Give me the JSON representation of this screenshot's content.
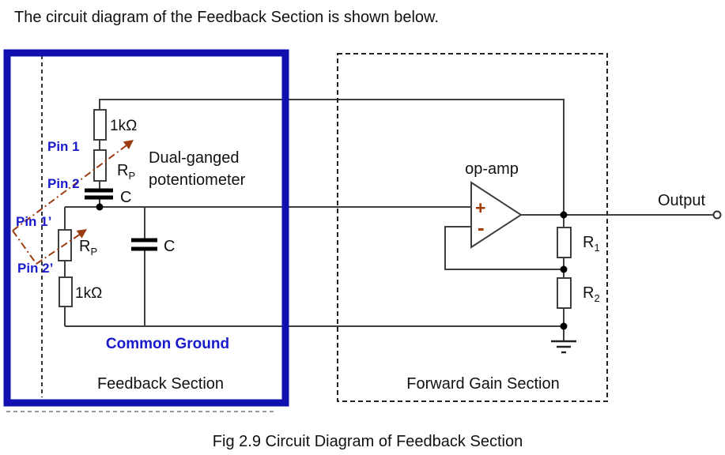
{
  "header": {
    "intro": "The circuit diagram of the Feedback Section is shown below."
  },
  "caption": "Fig 2.9 Circuit Diagram of Feedback Section",
  "feedback": {
    "label": "Feedback Section",
    "common_ground": "Common Ground",
    "pot_note_line1": "Dual-ganged",
    "pot_note_line2": "potentiometer",
    "pins": {
      "pin1": "Pin 1",
      "pin2": "Pin 2",
      "pin1p": "Pin 1’",
      "pin2p": "Pin 2’"
    },
    "components": {
      "r_top": "1kΩ",
      "rp_main": "R",
      "rp_sub": "P",
      "c_top": "C",
      "rp2_main": "R",
      "rp2_sub": "P",
      "c_mid": "C",
      "r_bot": "1kΩ"
    }
  },
  "forward": {
    "label": "Forward Gain Section",
    "opamp_label": "op-amp",
    "plus_sign": "+",
    "minus_sign": "-",
    "r1_main": "R",
    "r1_sub": "1",
    "r2_main": "R",
    "r2_sub": "2"
  },
  "output_label": "Output",
  "colors": {
    "highlight_box_blue": "#1010b0",
    "label_blue": "#1a1acd",
    "wiper_arrow_brown": "#9c3c12",
    "wire_gray": "#3f3f3f"
  }
}
